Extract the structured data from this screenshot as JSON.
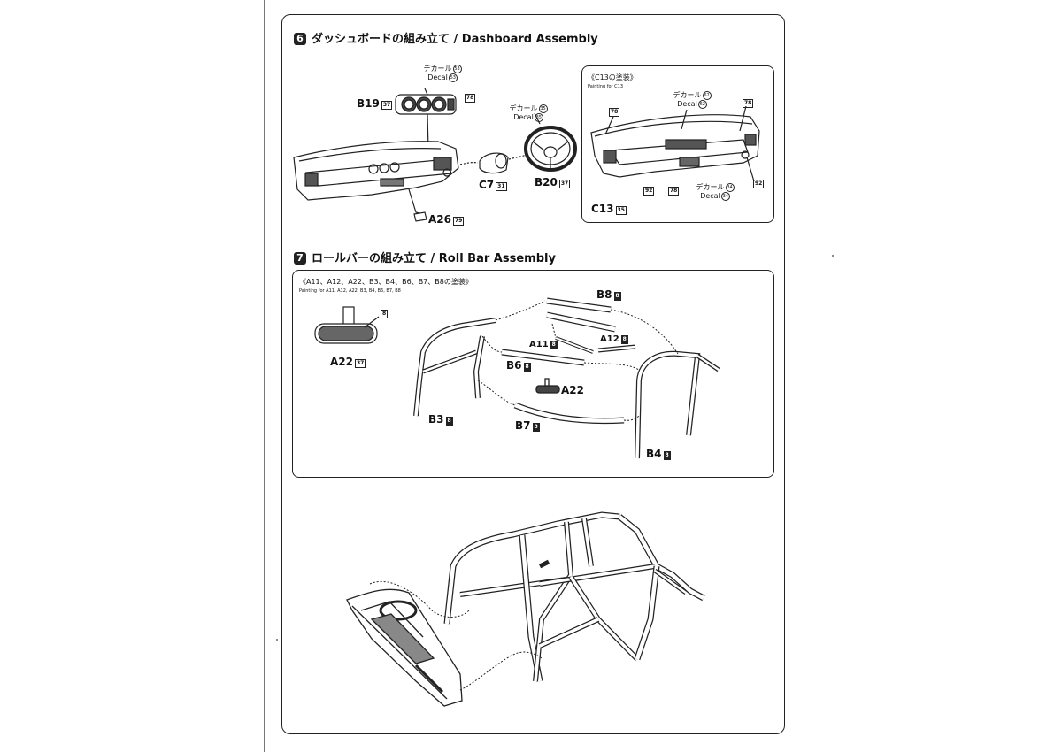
{
  "steps": {
    "step6": {
      "number": "6",
      "title": "ダッシュボードの組み立て / Dashboard Assembly"
    },
    "step7": {
      "number": "7",
      "title": "ロールバーの組み立て / Roll Bar Assembly"
    }
  },
  "dashboard": {
    "decal_jp": "デカール",
    "decal_en": "Decal",
    "b19": {
      "label": "B19",
      "code": "37"
    },
    "b19_decal": "53",
    "b19_paint": "78",
    "c7": {
      "label": "C7",
      "code": "31"
    },
    "b20": {
      "label": "B20",
      "code": "37"
    },
    "wheel_decal": "35",
    "a26": {
      "label": "A26",
      "code": "79"
    },
    "c13_box": {
      "title": "《C13の塗装》",
      "subtitle": "Painting for C13",
      "decal_top": "62",
      "decal_bottom": "34",
      "paint_78": "78",
      "paint_92": "92",
      "c13": {
        "label": "C13",
        "code": "35"
      }
    }
  },
  "rollbar": {
    "painting_title": "《A11、A12、A22、B3、B4、B6、B7、B8の塗装》",
    "painting_subtitle": "Painting for A11, A12, A22, B3, B4, B6, B7, B8",
    "mirror_paint": "8",
    "a22_main": {
      "label": "A22",
      "code": "37"
    },
    "a22": "A22",
    "b8": {
      "label": "B8",
      "code": "8"
    },
    "a11": {
      "label": "A11",
      "code": "8"
    },
    "a12": {
      "label": "A12",
      "code": "8"
    },
    "b6": {
      "label": "B6",
      "code": "8"
    },
    "b3": {
      "label": "B3",
      "code": "8"
    },
    "b7": {
      "label": "B7",
      "code": "8"
    },
    "b4": {
      "label": "B4",
      "code": "8"
    }
  }
}
